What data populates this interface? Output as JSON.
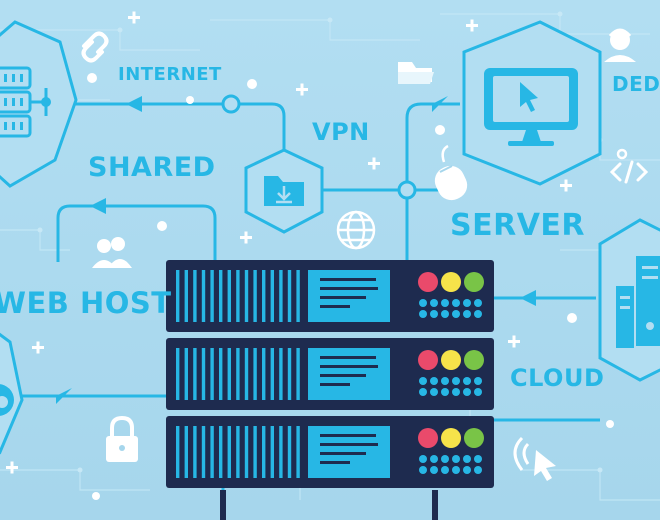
{
  "labels": {
    "internet": "INTERNET",
    "vpn": "VPN",
    "shared": "SHARED",
    "server": "SERVER",
    "web_host": "WEB HOST",
    "cloud": "CLOUD",
    "dedicated_partial": "DED"
  },
  "icons": [
    "server-rack-icon",
    "download-folder-icon",
    "monitor-cursor-icon",
    "chain-link-icon",
    "folder-icon",
    "support-agent-icon",
    "mouse-icon",
    "code-icon",
    "globe-icon",
    "users-icon",
    "padlock-icon",
    "cloud-icon",
    "click-pointer-icon",
    "server-tower-icon"
  ],
  "colors": {
    "background": "#a9d8ee",
    "accent": "#27b7e5",
    "rack": "#1e2b4f",
    "screen": "#27b7e5",
    "led_red": "#ea4a6b",
    "led_yellow": "#f6e34a",
    "led_green": "#79c447"
  }
}
